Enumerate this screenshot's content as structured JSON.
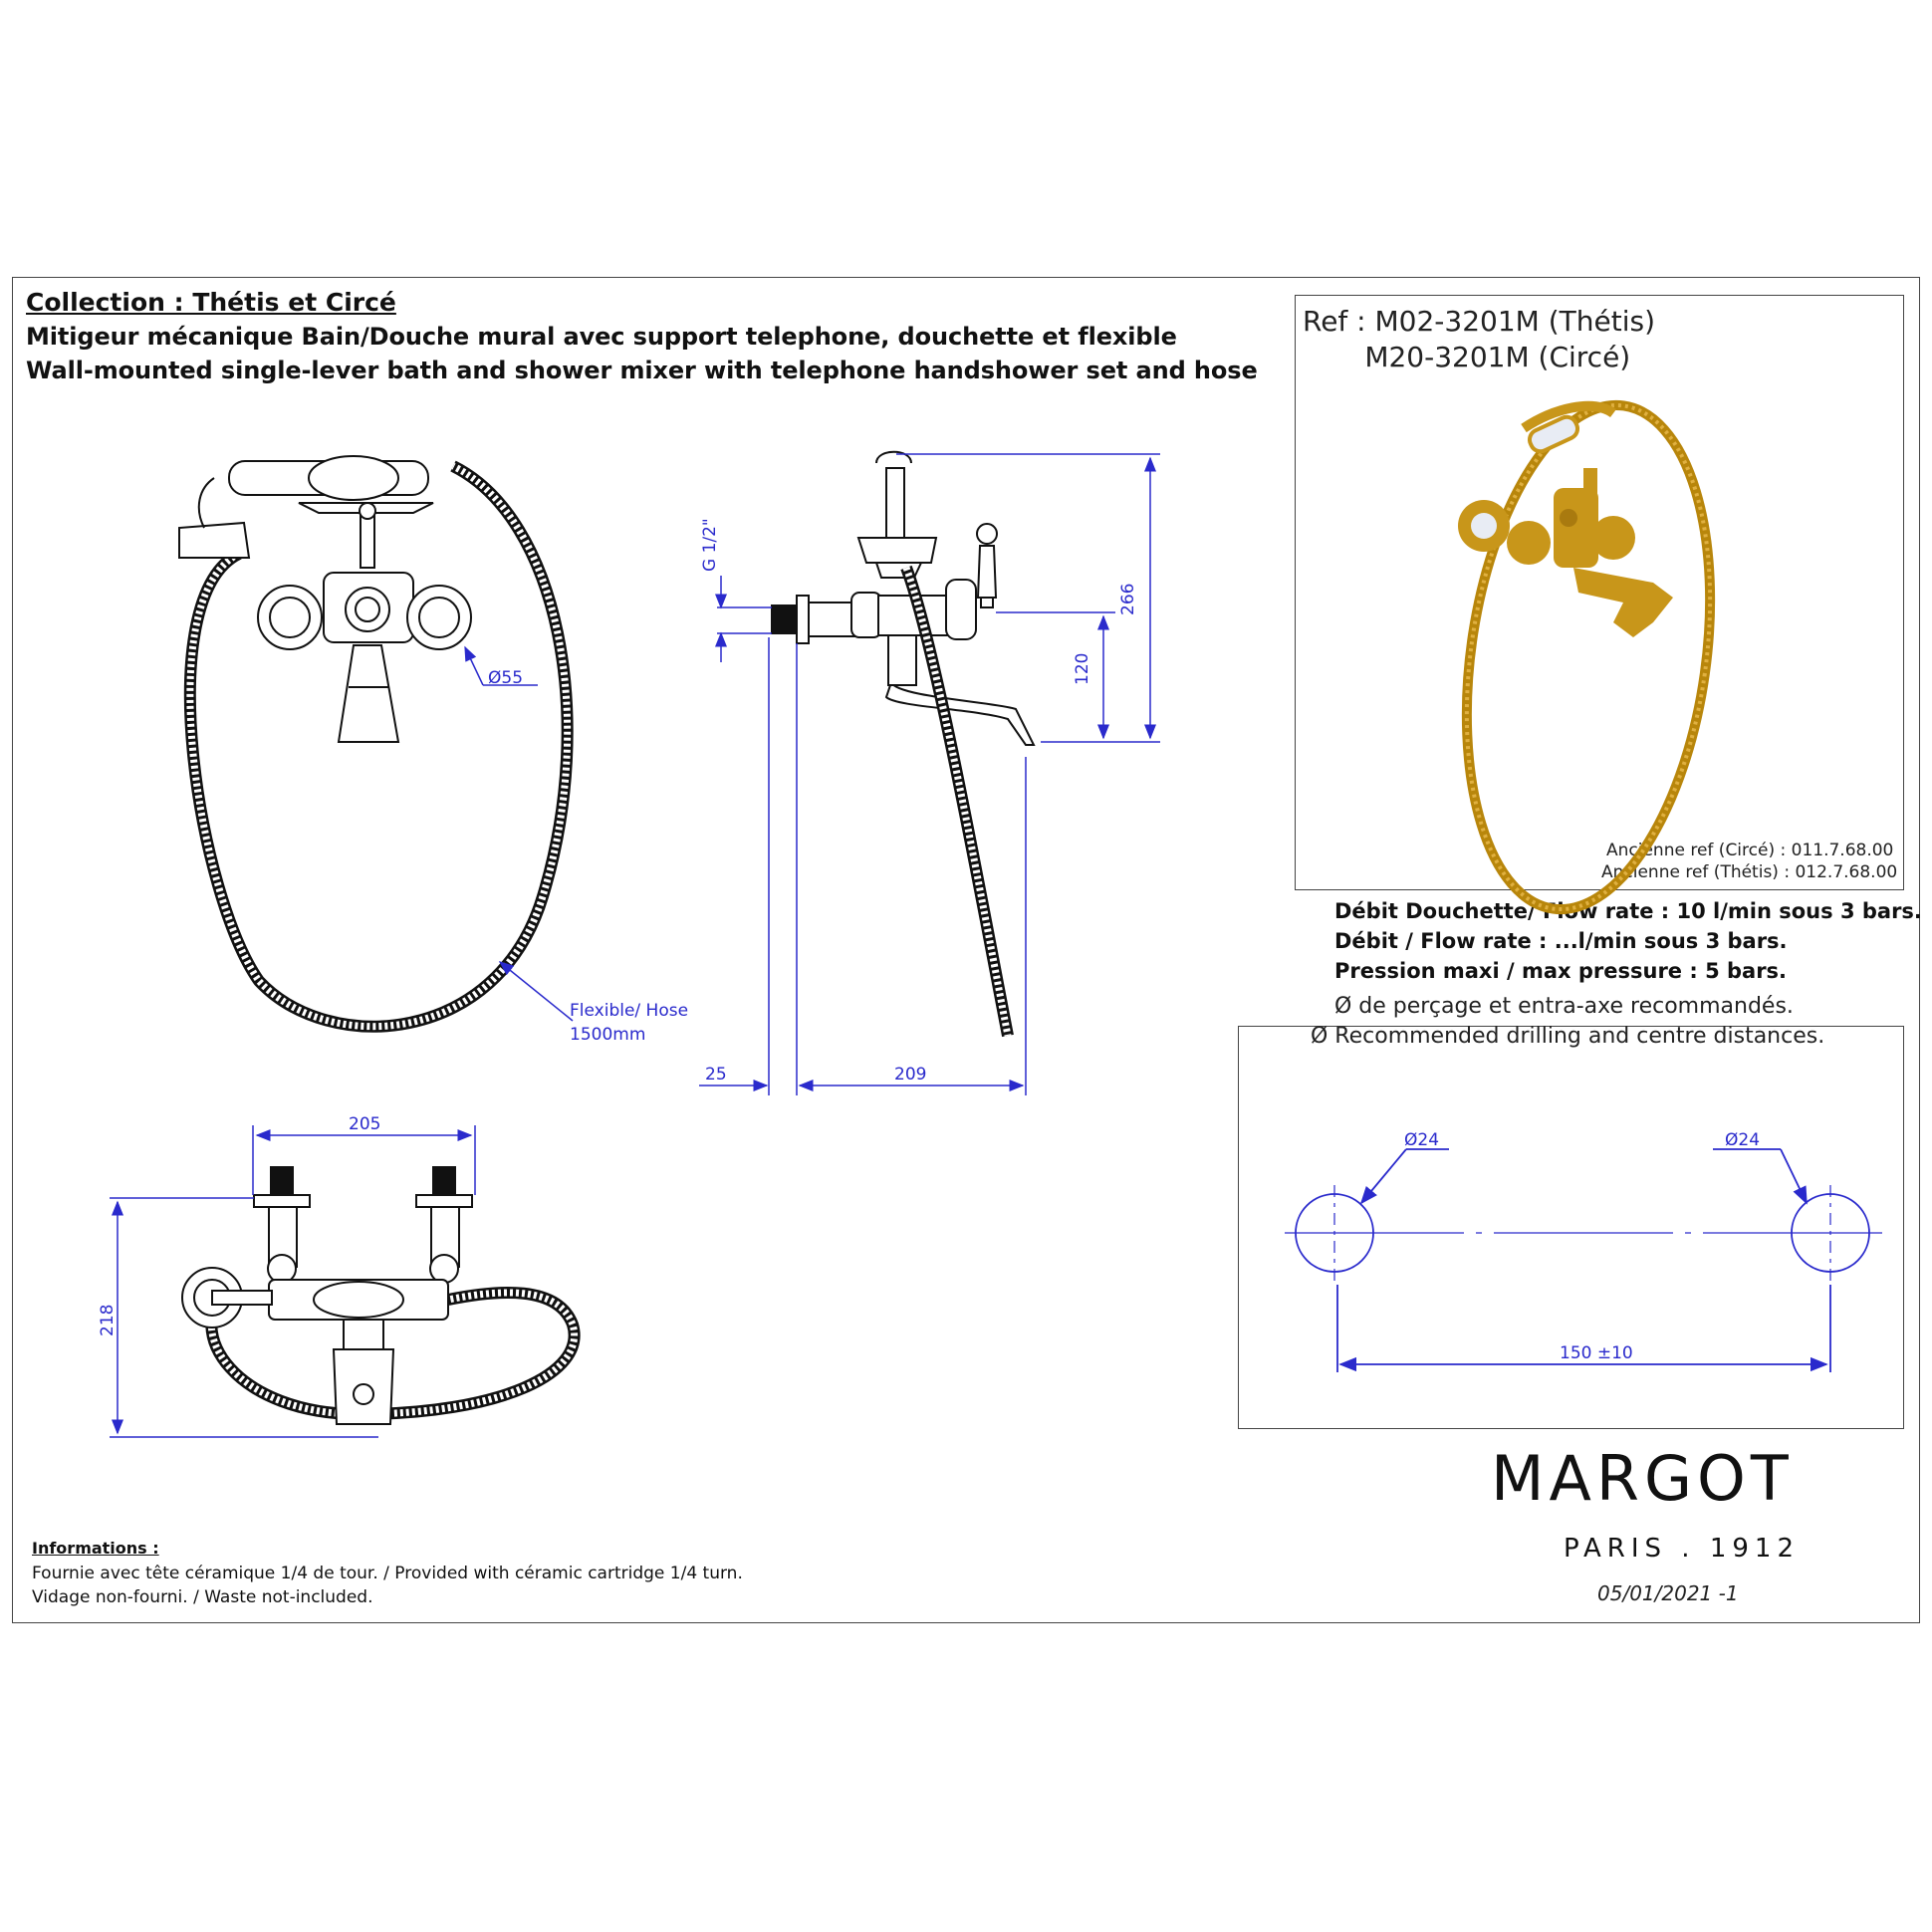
{
  "title": {
    "collection": "Collection : Thétis et Circé",
    "line_fr": "Mitigeur mécanique Bain/Douche mural avec support telephone, douchette et flexible",
    "line_en": "Wall-mounted single-lever bath and shower mixer with telephone handshower set and hose"
  },
  "reference": {
    "line1": "Ref : M02-3201M (Thétis)",
    "line2": "M20-3201M (Circé)",
    "old_ref_circe": "Ancienne ref (Circé) : 011.7.68.00",
    "old_ref_thetis": "Ancienne ref (Thétis) : 012.7.68.00"
  },
  "specs": {
    "flow_handshower": "Débit Douchette/ Flow rate : 10 l/min sous 3 bars.",
    "flow": "Débit / Flow rate : ...l/min sous 3 bars.",
    "pressure": "Pression maxi / max pressure : 5 bars."
  },
  "drilling": {
    "note_fr": "Ø de perçage et entra-axe recommandés.",
    "note_en": "Ø Recommended drilling and centre distances.",
    "hole_left_label": "Ø24",
    "hole_right_label": "Ø24",
    "centre_distance": "150 ±10"
  },
  "dimensions": {
    "handle_diameter": "Ø55",
    "hose_label_1": "Flexible/ Hose",
    "hose_label_2": "1500mm",
    "thread": "G 1/2\"",
    "height_total": "266",
    "height_spout": "120",
    "offset_wall": "25",
    "spout_reach": "209",
    "width_top": "205",
    "depth_top": "218"
  },
  "brand": {
    "name": "MARGOT",
    "sub": "PARIS . 1912",
    "date": "05/01/2021 -1"
  },
  "info": {
    "title": "Informations :",
    "line1": "Fournie avec tête céramique 1/4 de tour. / Provided with céramic cartridge 1/4 turn.",
    "line2": "Vidage non-fourni. / Waste not-included."
  },
  "colors": {
    "dimension": "#2a2acc",
    "drawing": "#111111",
    "product_gold": "#c8961a",
    "porcelain": "#e8ecf4"
  }
}
